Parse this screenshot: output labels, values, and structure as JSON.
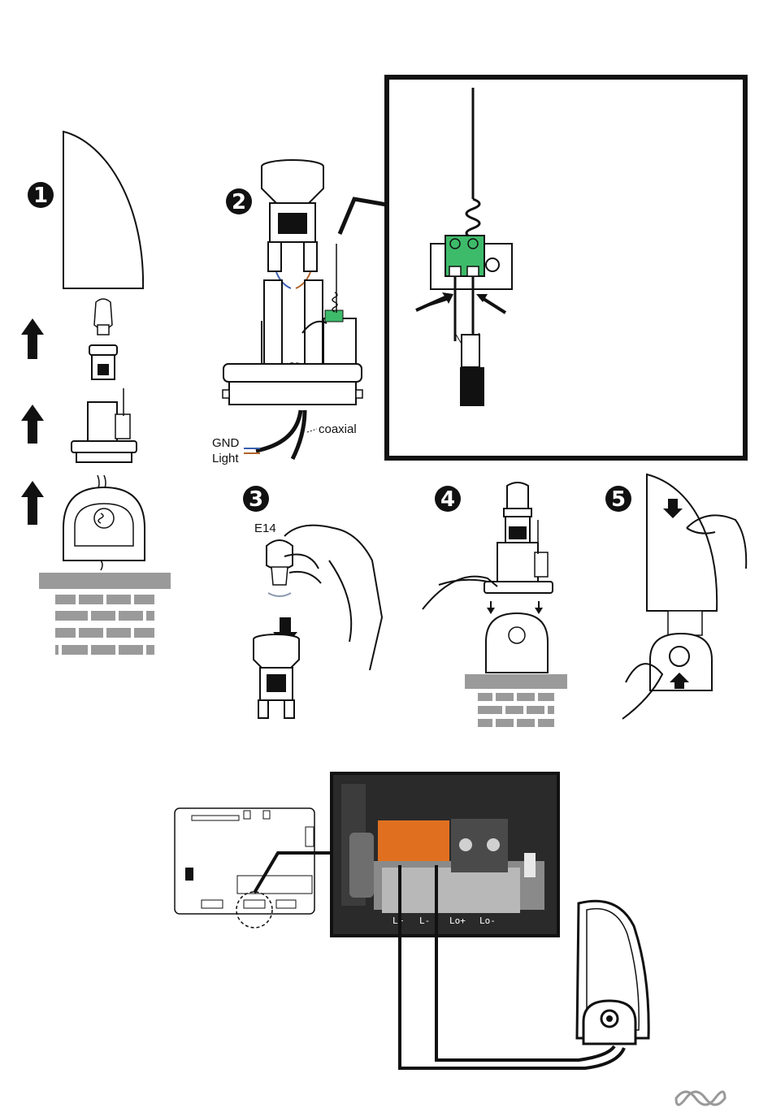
{
  "steps": [
    "1",
    "2",
    "3",
    "4",
    "5"
  ],
  "labels": {
    "gnd": "GND",
    "light": "Light",
    "coaxial": "coaxial",
    "e14": "E14"
  },
  "pcb_terminals": [
    "L+",
    "L-",
    "Lo+",
    "Lo-"
  ],
  "colors": {
    "ink": "#111111",
    "connector_green": "#3dbb6a",
    "terminal_highlight": "#e07020",
    "brick": "#9a9a9a",
    "gnd_wire": "#3a5fb0",
    "light_wire": "#b0642a"
  },
  "icons": [
    "arrow-up-icon",
    "arrow-down-icon",
    "footer-logo-icon"
  ]
}
